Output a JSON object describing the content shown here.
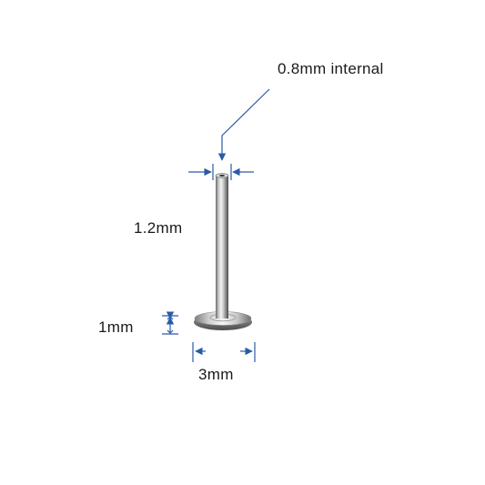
{
  "diagram": {
    "labels": {
      "internal_thread": "0.8mm internal",
      "shaft_diameter": "1.2mm",
      "base_height": "1mm",
      "base_diameter": "3mm"
    },
    "colors": {
      "dimension_line": "#2a5aa8",
      "text": "#1a1a1a",
      "metal_light": "#f2f2f2",
      "metal_mid": "#b8b8b8",
      "metal_dark": "#5a5a5a",
      "background": "#ffffff"
    }
  }
}
